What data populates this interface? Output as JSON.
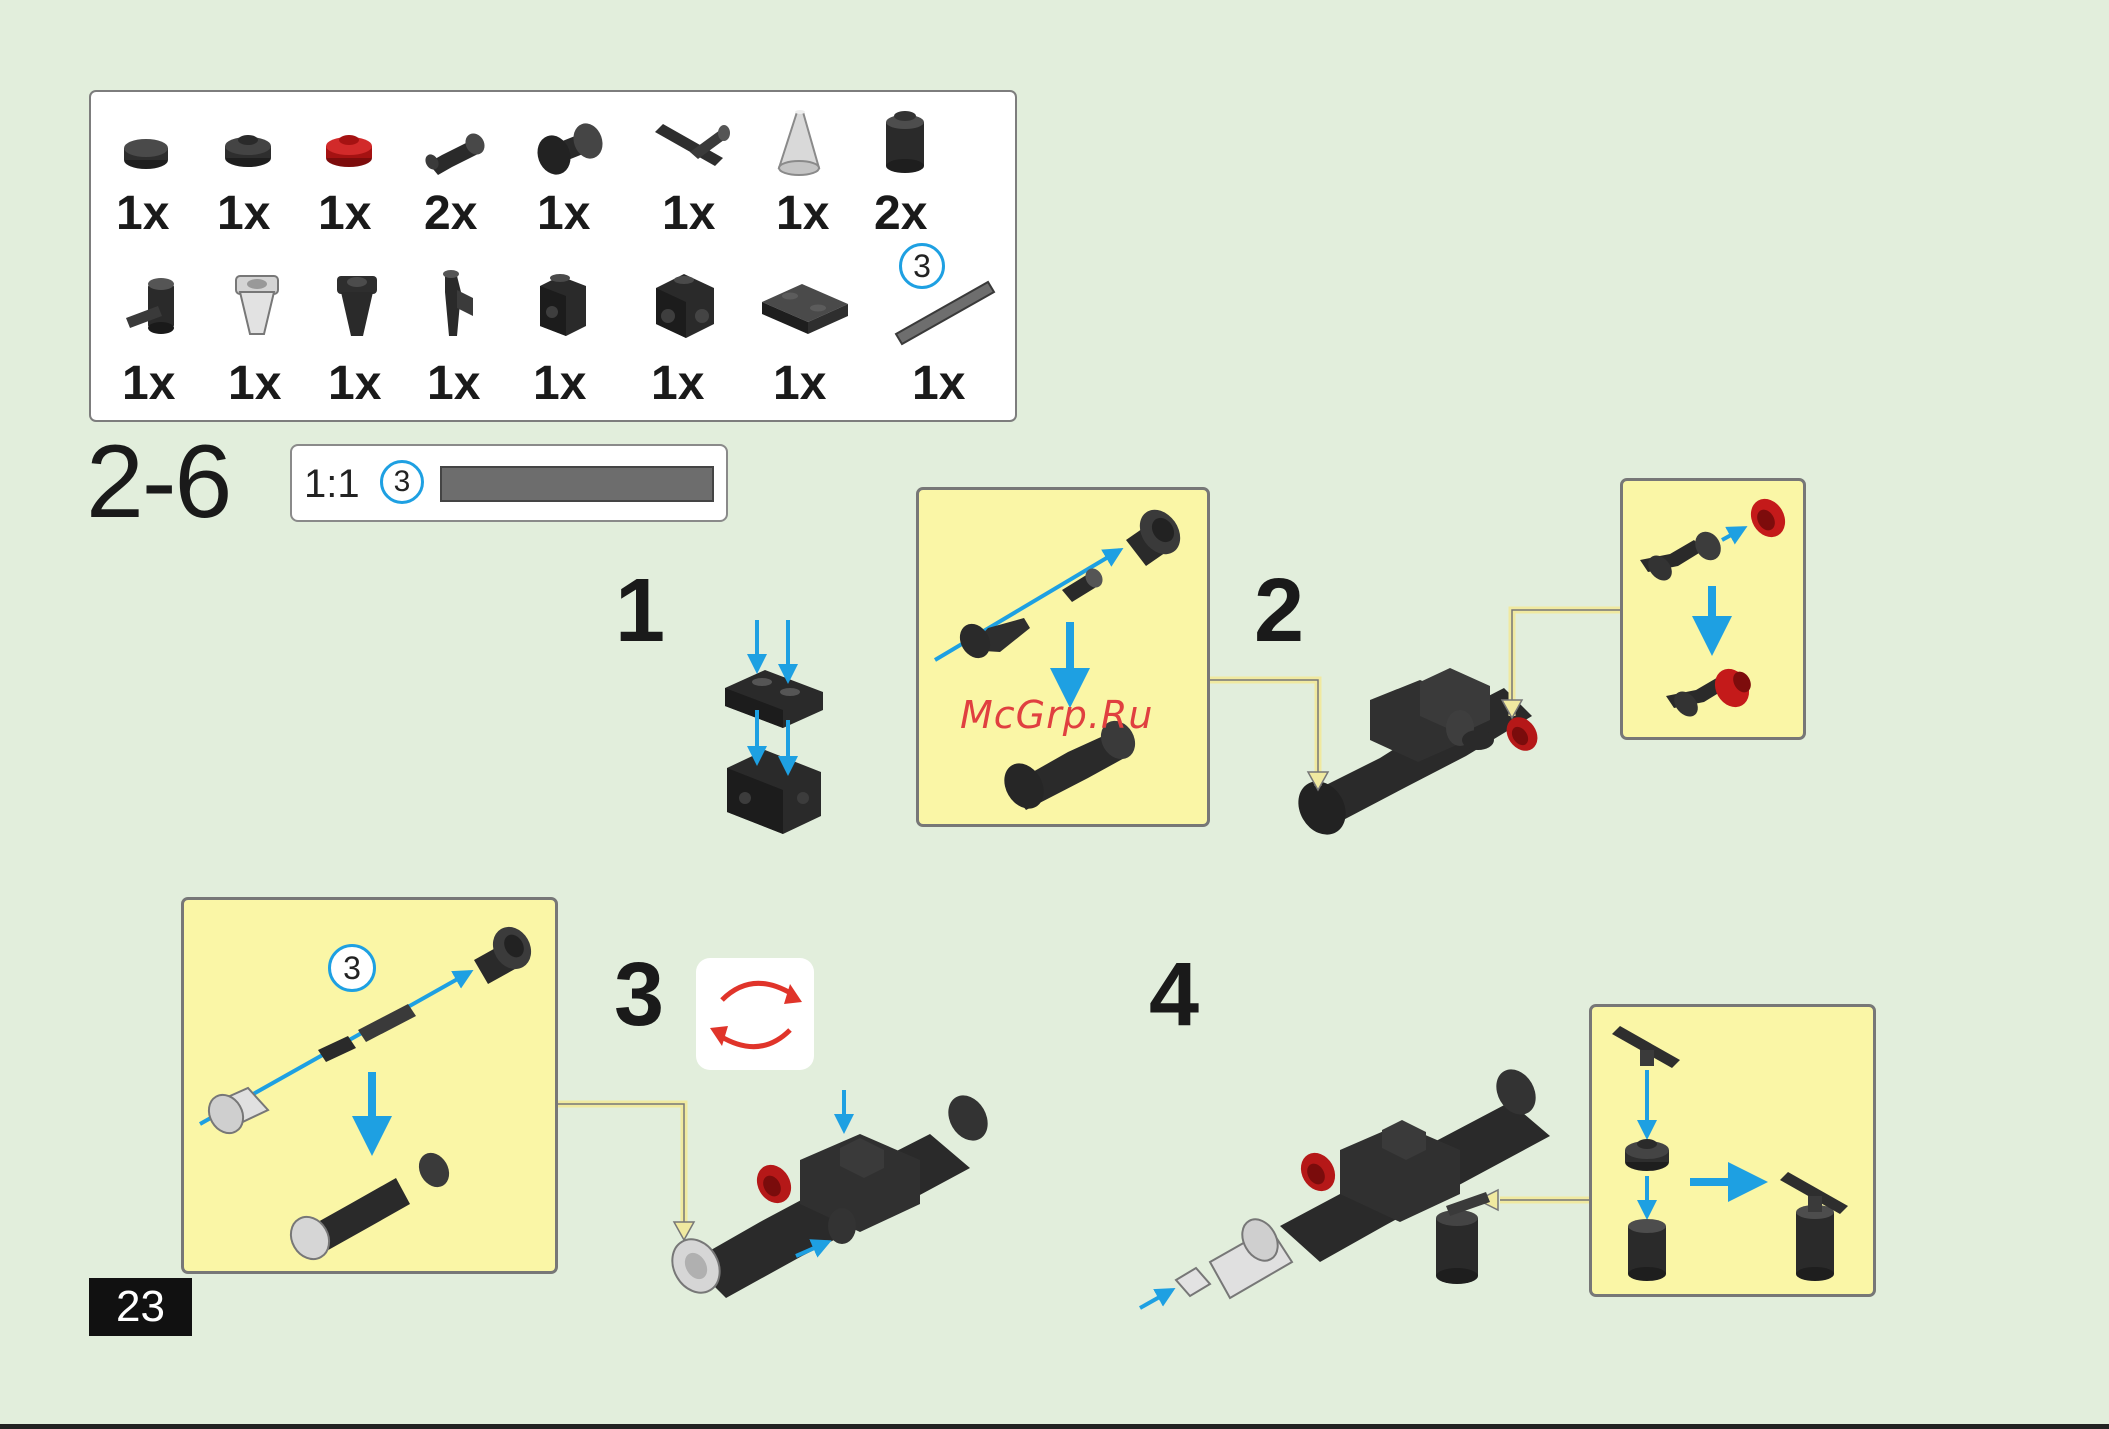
{
  "parts_list": {
    "row1": [
      {
        "icon": "round-tile-dark-icon",
        "qty": "1x"
      },
      {
        "icon": "round-plate-dark-icon",
        "qty": "1x"
      },
      {
        "icon": "round-plate-red-icon",
        "qty": "1x"
      },
      {
        "icon": "pin-connector-icon",
        "qty": "2x"
      },
      {
        "icon": "round-brick-icon",
        "qty": "1x"
      },
      {
        "icon": "bar-holder-icon",
        "qty": "1x"
      },
      {
        "icon": "cone-white-icon",
        "qty": "1x"
      },
      {
        "icon": "round-brick-2x2-icon",
        "qty": "2x"
      }
    ],
    "row2": [
      {
        "icon": "clip-bar-icon",
        "qty": "1x"
      },
      {
        "icon": "cone-silver-icon",
        "qty": "1x"
      },
      {
        "icon": "cone-dark-icon",
        "qty": "1x"
      },
      {
        "icon": "clip-handle-icon",
        "qty": "1x"
      },
      {
        "icon": "brick-side-stud-icon",
        "qty": "1x"
      },
      {
        "icon": "brick-4-side-studs-icon",
        "qty": "1x"
      },
      {
        "icon": "plate-1x2-icon",
        "qty": "1x"
      },
      {
        "icon": "bar-length-3-icon",
        "qty": "1x",
        "length_badge": "3"
      }
    ]
  },
  "section": {
    "number": "2-6"
  },
  "scale": {
    "label": "1:1",
    "length_badge": "3"
  },
  "steps": {
    "s1": "1",
    "s2": "2",
    "s3": "3",
    "s4": "4"
  },
  "callouts": {
    "step3_length_badge": "3"
  },
  "watermark": "McGrp.Ru",
  "page_number": "23",
  "colors": {
    "background": "#e2eedc",
    "callout_fill": "#faf6a6",
    "arrow_blue": "#1ea0e2",
    "brick_dark": "#2e2e2e",
    "accent_red": "#c41a1a"
  },
  "icons": {
    "rotate_model": "rotate-model-icon"
  }
}
